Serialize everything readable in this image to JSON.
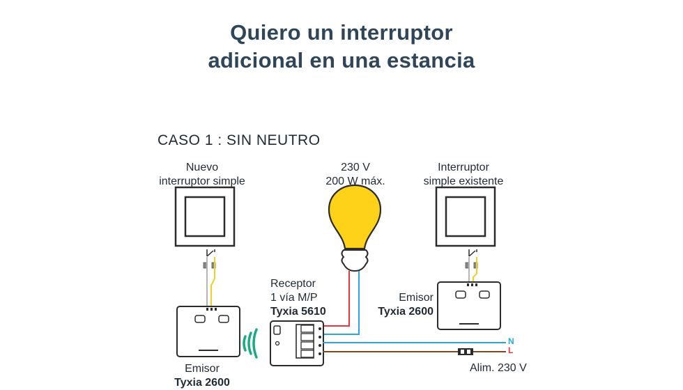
{
  "title": {
    "line1": "Quiero un interruptor",
    "line2": "adicional en una estancia"
  },
  "case_label": "CASO 1 : SIN NEUTRO",
  "new_switch": {
    "line1": "Nuevo",
    "line2": "interruptor simple"
  },
  "bulb": {
    "voltage": "230 V",
    "power": "200 W máx."
  },
  "existing_switch": {
    "line1": "Interruptor",
    "line2": "simple existente"
  },
  "receiver": {
    "line1": "Receptor",
    "line2": "1 vía M/P",
    "model": "Tyxia 5610"
  },
  "emitter_right": {
    "line1": "Emisor",
    "model": "Tyxia 2600"
  },
  "emitter_left": {
    "line1": "Emisor",
    "model": "Tyxia 2600"
  },
  "wires": {
    "neutral": "N",
    "live": "L"
  },
  "supply": "Alim. 230 V",
  "colors": {
    "title": "#2f4559",
    "bulb": "#ffd21a",
    "red_wire": "#e8353b",
    "blue_wire": "#2aa6dc",
    "brown_wire": "#7a4a22",
    "yellow_wire": "#f0d020",
    "grey_wire": "#b5b5b5",
    "radio": "#1aaa84"
  }
}
